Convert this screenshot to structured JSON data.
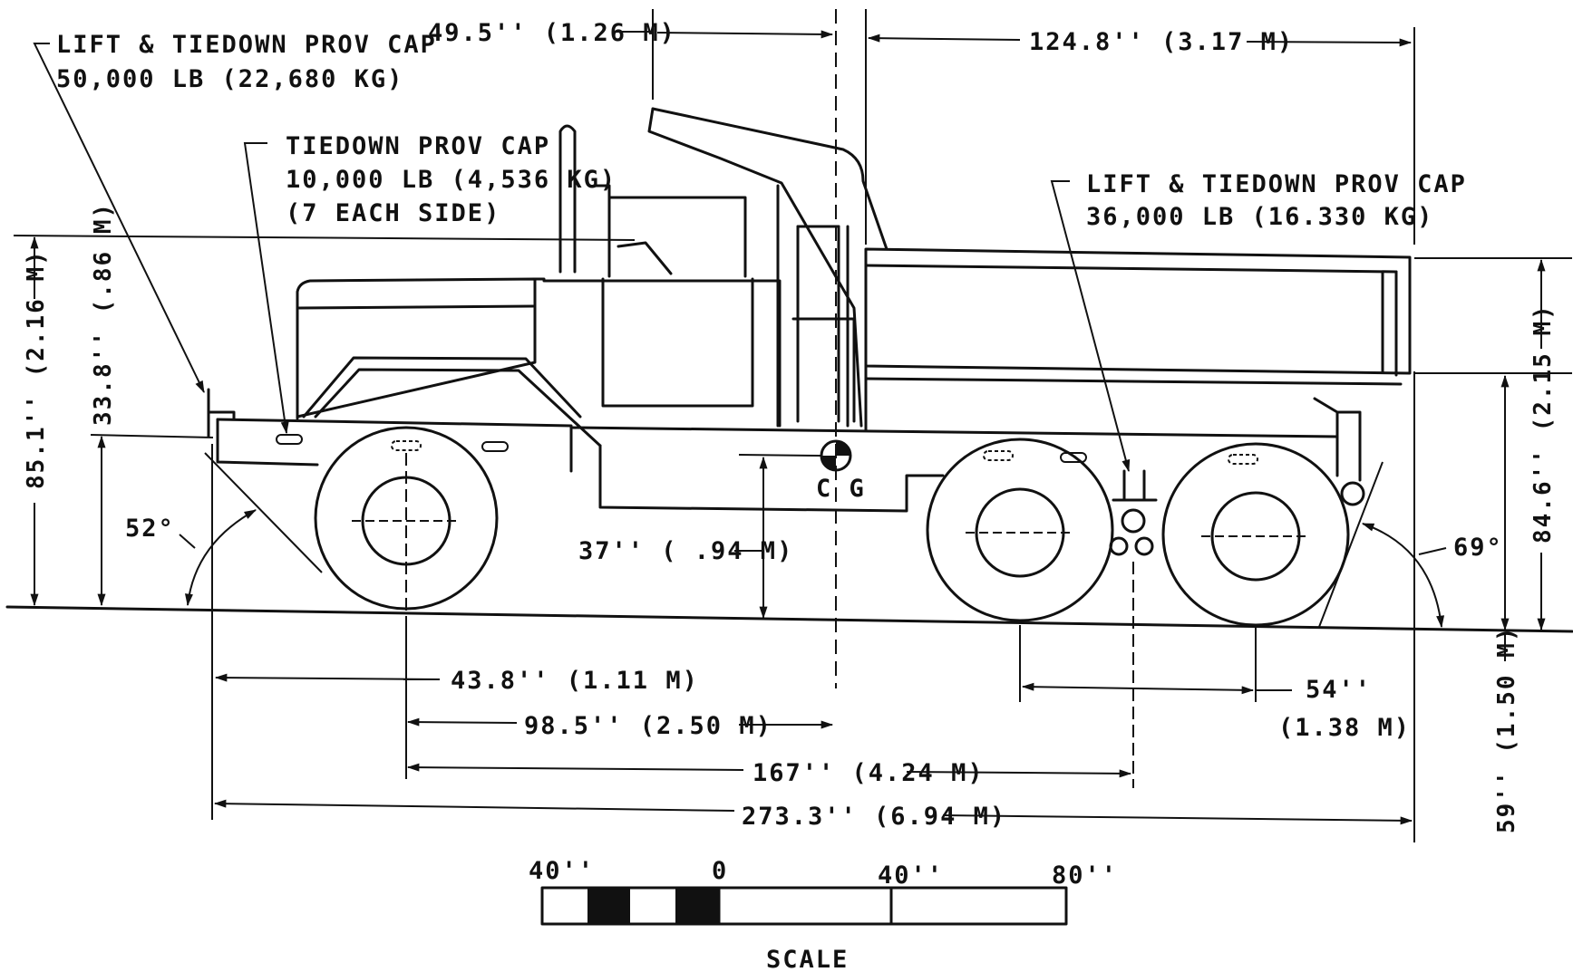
{
  "callouts": {
    "front_lift": {
      "line1": "LIFT & TIEDOWN PROV CAP",
      "line2": "50,000 LB (22,680 KG)"
    },
    "tiedown": {
      "line1": "TIEDOWN PROV CAP",
      "line2": "10,000 LB (4,536 KG)",
      "line3": "(7 EACH SIDE)"
    },
    "rear_lift": {
      "line1": "LIFT & TIEDOWN PROV CAP",
      "line2": "36,000 LB (16.330 KG)"
    }
  },
  "dimensions": {
    "top_left": "49.5'' (1.26 M)",
    "top_right": "124.8'' (3.17 M)",
    "overall_height": "85.1'' (2.16 M)",
    "front_height": "33.8'' (.86 M)",
    "right_height": "84.6'' (2.15 M)",
    "rear_height": "59'' (1.50 M)",
    "cg_height": "37'' ( .94 M)",
    "front_overhang": "43.8'' (1.11 M)",
    "cg_distance": "98.5'' (2.50 M)",
    "wheelbase": "167'' (4.24 M)",
    "overall_length": "273.3'' (6.94 M)",
    "tandem_spacing_in": "54''",
    "tandem_spacing_m": "(1.38 M)",
    "approach_angle": "52°",
    "departure_angle": "69°",
    "cg_label": "C G"
  },
  "scale": {
    "ticks": [
      "40''",
      "0",
      "40''",
      "80''"
    ],
    "label": "SCALE"
  }
}
